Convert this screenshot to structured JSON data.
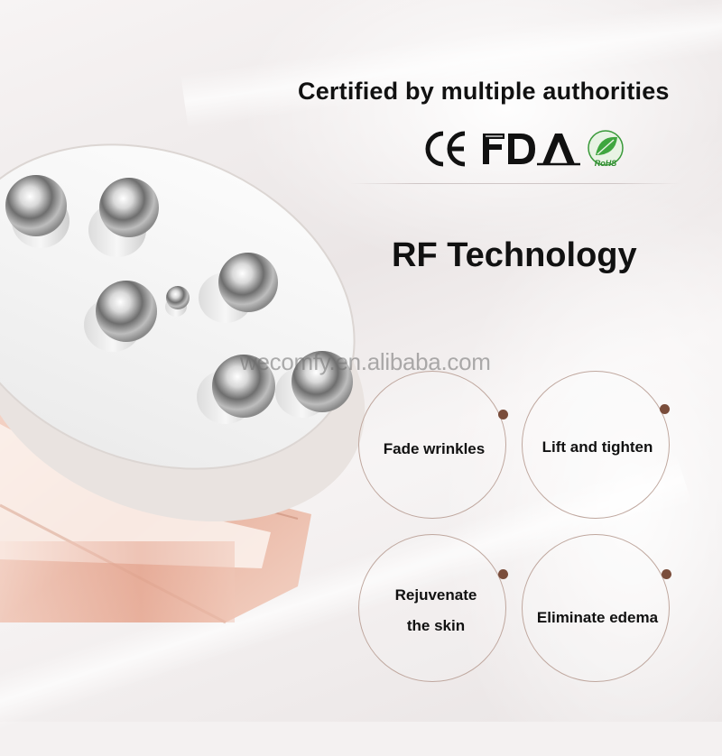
{
  "header": {
    "certified_text": "Certified by multiple authorities",
    "cert_logos": [
      {
        "name": "ce-mark-icon",
        "label": "CE"
      },
      {
        "name": "fda-logo-icon",
        "label": "FDA"
      },
      {
        "name": "rohs-leaf-icon",
        "label": "RoHS"
      }
    ]
  },
  "main": {
    "title": "RF Technology",
    "watermark": "wecomfy.en.alibaba.com"
  },
  "benefits": [
    {
      "label": "Fade wrinkles"
    },
    {
      "label": "Lift and tighten"
    },
    {
      "label": "Rejuvenate\nthe skin"
    },
    {
      "label": "Eliminate edema"
    }
  ],
  "colors": {
    "accent_dot": "#7a4d3b",
    "circle_border": "#bfa79e",
    "device_rose": "#e8b3a0",
    "text": "#111111"
  }
}
